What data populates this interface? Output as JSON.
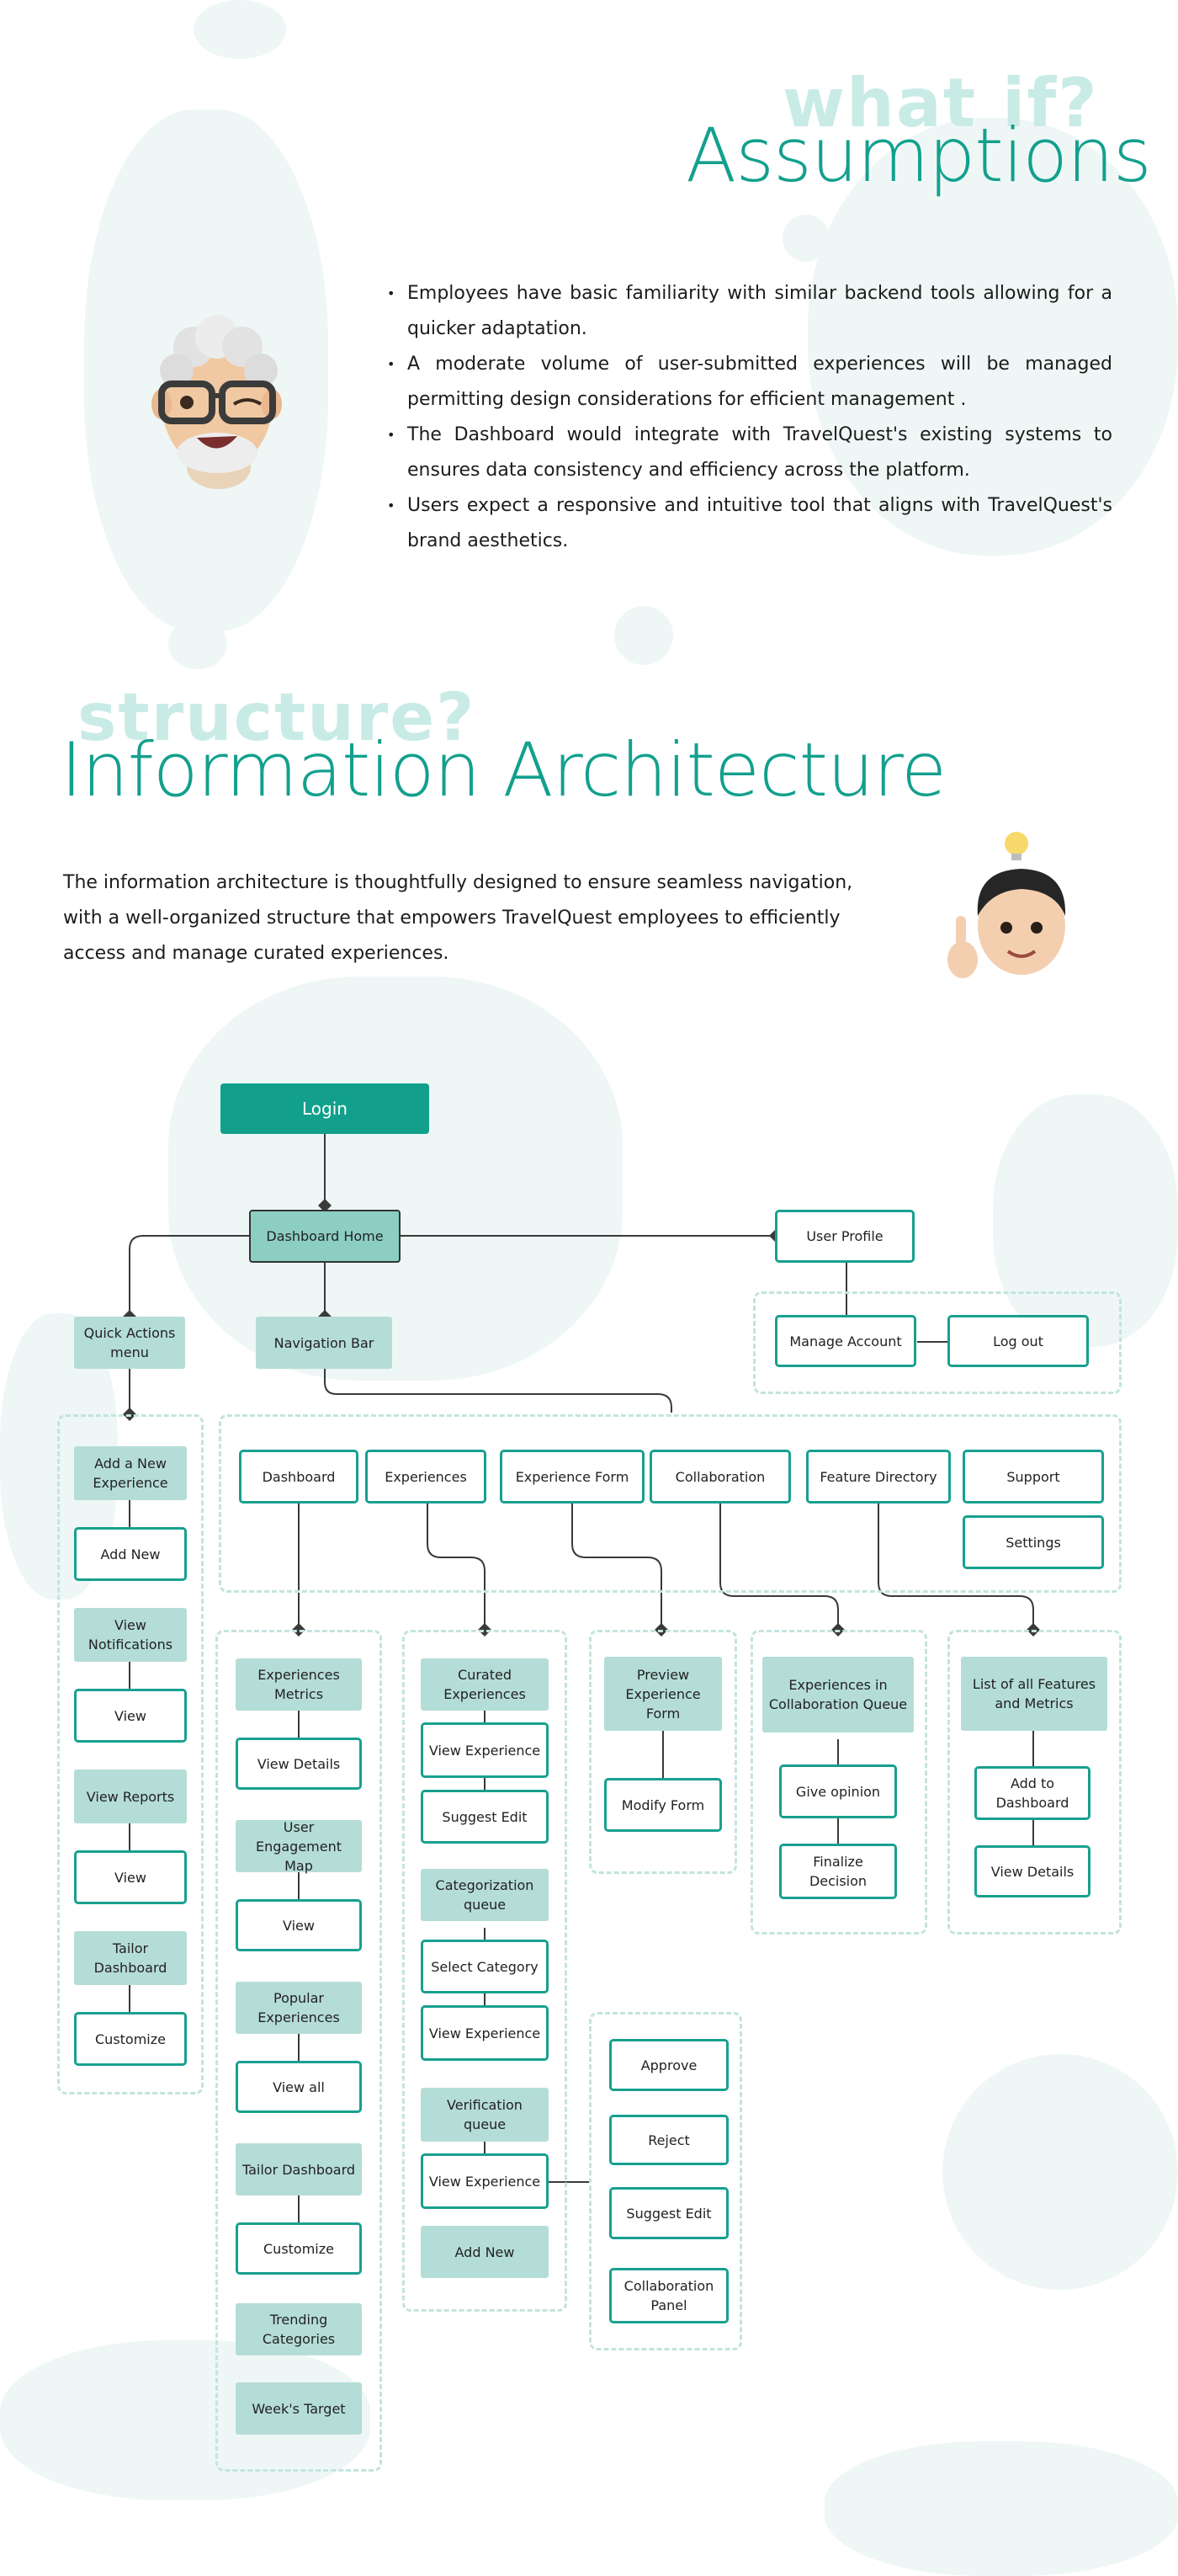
{
  "assumptions": {
    "ghost": "what if?",
    "title": "Assumptions",
    "bullets": [
      "Employees have basic familiarity with similar backend tools allowing for a quicker adaptation.",
      "A moderate volume of user-submitted experiences will be managed permitting design considerations for efficient management .",
      "The Dashboard would integrate with TravelQuest's existing systems to ensures data consistency and efficiency across the platform.",
      "Users expect a responsive and intuitive tool that aligns with TravelQuest's brand aesthetics."
    ]
  },
  "ia": {
    "ghost": "structure?",
    "title": "Information Architecture",
    "intro": "The information architecture is thoughtfully designed to ensure seamless navigation, with a well-organized structure that empowers TravelQuest employees to efficiently access and manage curated experiences."
  },
  "diagram": {
    "login": "Login",
    "dashboard_home": "Dashboard Home",
    "user_profile": "User Profile",
    "manage_account": "Manage Account",
    "log_out": "Log out",
    "quick_actions": "Quick Actions menu",
    "navigation_bar": "Navigation Bar",
    "nav": {
      "dashboard": "Dashboard",
      "experiences": "Experiences",
      "experience_form": "Experience Form",
      "collaboration": "Collaboration",
      "feature_directory": "Feature Directory",
      "support": "Support",
      "settings": "Settings"
    },
    "quick": {
      "add_new_experience": "Add a New Experience",
      "add_new": "Add New",
      "view_notifications": "View Notifications",
      "view_1": "View",
      "view_reports": "View Reports",
      "view_2": "View",
      "tailor_dashboard": "Tailor Dashboard",
      "customize": "Customize"
    },
    "dash": {
      "experiences_metrics": "Experiences Metrics",
      "view_details": "View Details",
      "user_engagement_map": "User Engagement Map",
      "view": "View",
      "popular_experiences": "Popular Experiences",
      "view_all": "View all",
      "tailor_dashboard": "Tailor Dashboard",
      "customize": "Customize",
      "trending_categories": "Trending Categories",
      "weeks_target": "Week's Target"
    },
    "exp": {
      "curated_experiences": "Curated Experiences",
      "view_experience_1": "View Experience",
      "suggest_edit": "Suggest Edit",
      "categorization_queue": "Categorization queue",
      "select_category": "Select Category",
      "view_experience_2": "View Experience",
      "verification_queue": "Verification queue",
      "view_experience_3": "View Experience",
      "add_new": "Add New"
    },
    "verify": {
      "approve": "Approve",
      "reject": "Reject",
      "suggest_edit": "Suggest Edit",
      "collaboration_panel": "Collaboration Panel"
    },
    "form": {
      "preview": "Preview Experience Form",
      "modify": "Modify Form"
    },
    "collab": {
      "queue": "Experiences in Collaboration Queue",
      "give_opinion": "Give opinion",
      "finalize": "Finalize Decision"
    },
    "features": {
      "list": "List of all Features and Metrics",
      "add_to_dashboard": "Add to Dashboard",
      "view_details": "View Details"
    }
  }
}
